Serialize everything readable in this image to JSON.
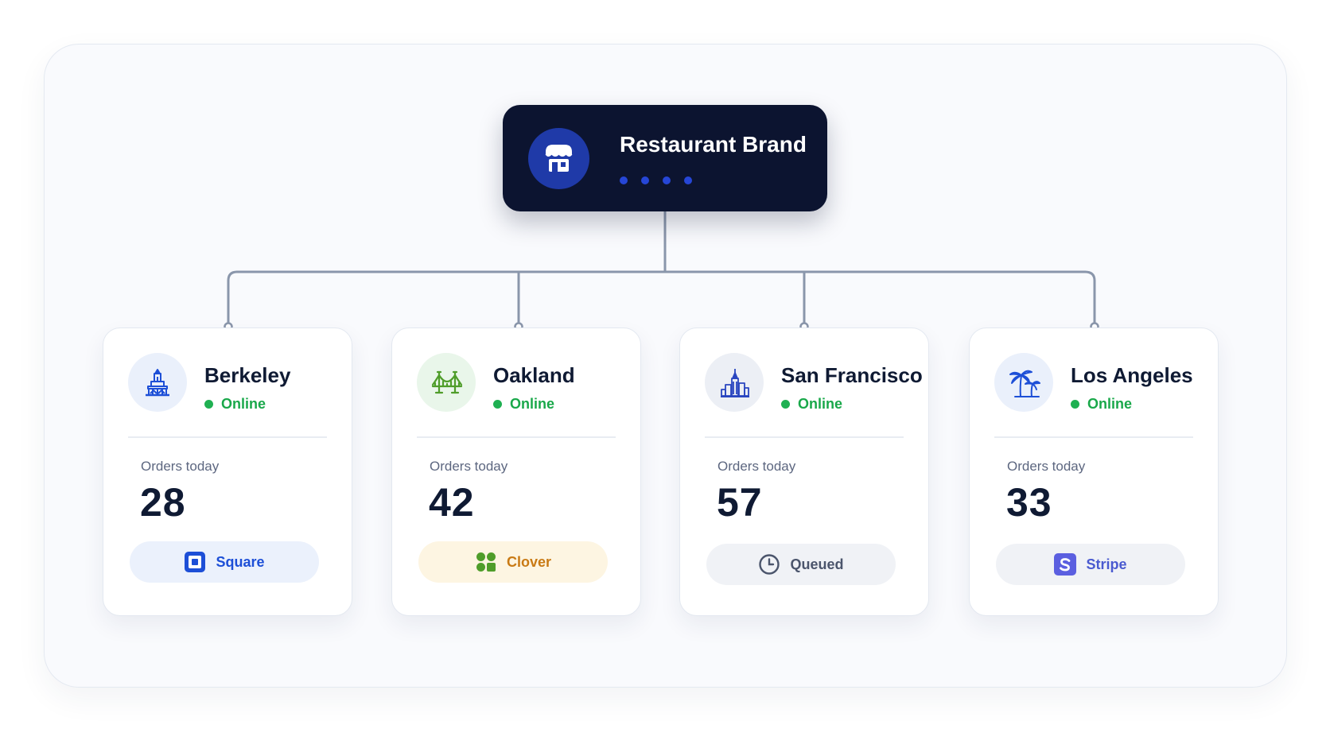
{
  "brand": {
    "title": "Restaurant Brand",
    "icon": "storefront-icon",
    "accent": "#2646d6",
    "background": "#0c1430"
  },
  "locations": [
    {
      "name": "Berkeley",
      "icon": "campanile-tower-icon",
      "status": "Online",
      "orders_label": "Orders today",
      "orders": "28",
      "integration": {
        "label": "Square",
        "icon": "square-logo-icon",
        "color": "#1d4fd7",
        "bg": "#ebf1fc"
      }
    },
    {
      "name": "Oakland",
      "icon": "bay-bridge-icon",
      "status": "Online",
      "orders_label": "Orders today",
      "orders": "42",
      "integration": {
        "label": "Clover",
        "icon": "clover-logo-icon",
        "color": "#c97a14",
        "bg": "#fdf5e2"
      }
    },
    {
      "name": "San Francisco",
      "icon": "skyline-icon",
      "status": "Online",
      "orders_label": "Orders today",
      "orders": "57",
      "integration": {
        "label": "Queued",
        "icon": "clock-icon",
        "color": "#4b556c",
        "bg": "#f0f2f6"
      }
    },
    {
      "name": "Los Angeles",
      "icon": "palm-trees-icon",
      "status": "Online",
      "orders_label": "Orders today",
      "orders": "33",
      "integration": {
        "label": "Stripe",
        "icon": "stripe-logo-icon",
        "color": "#4a5ad0",
        "bg": "#f0f2f6"
      }
    }
  ],
  "colors": {
    "online": "#19a84a",
    "connector": "#8a96ab"
  }
}
